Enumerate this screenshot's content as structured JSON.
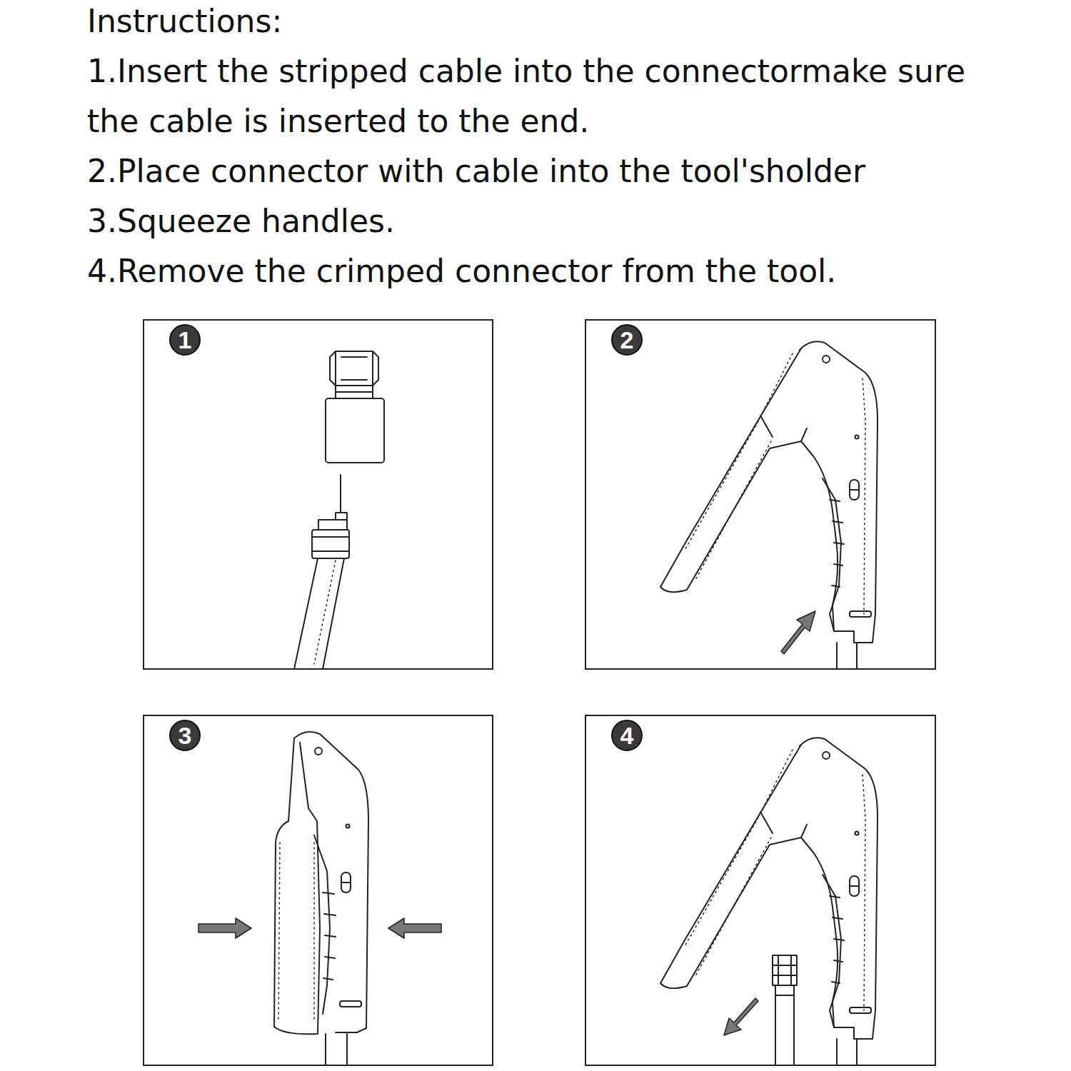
{
  "diagram": {
    "title": "Instructions:",
    "nodes": [
      {
        "text": [
          "1"
        ]
      },
      {
        "text": [
          "2"
        ]
      },
      {
        "text": [
          "3"
        ]
      },
      {
        "text": [
          "4"
        ]
      }
    ],
    "labels": [
      "1.Insert the stripped cable into the connectormake sure the cable is inserted to the end.",
      "2.Place connector with cable into the tool'sholder",
      "3.Squeeze handles.",
      "4.Remove the crimped connector from the tool."
    ]
  }
}
